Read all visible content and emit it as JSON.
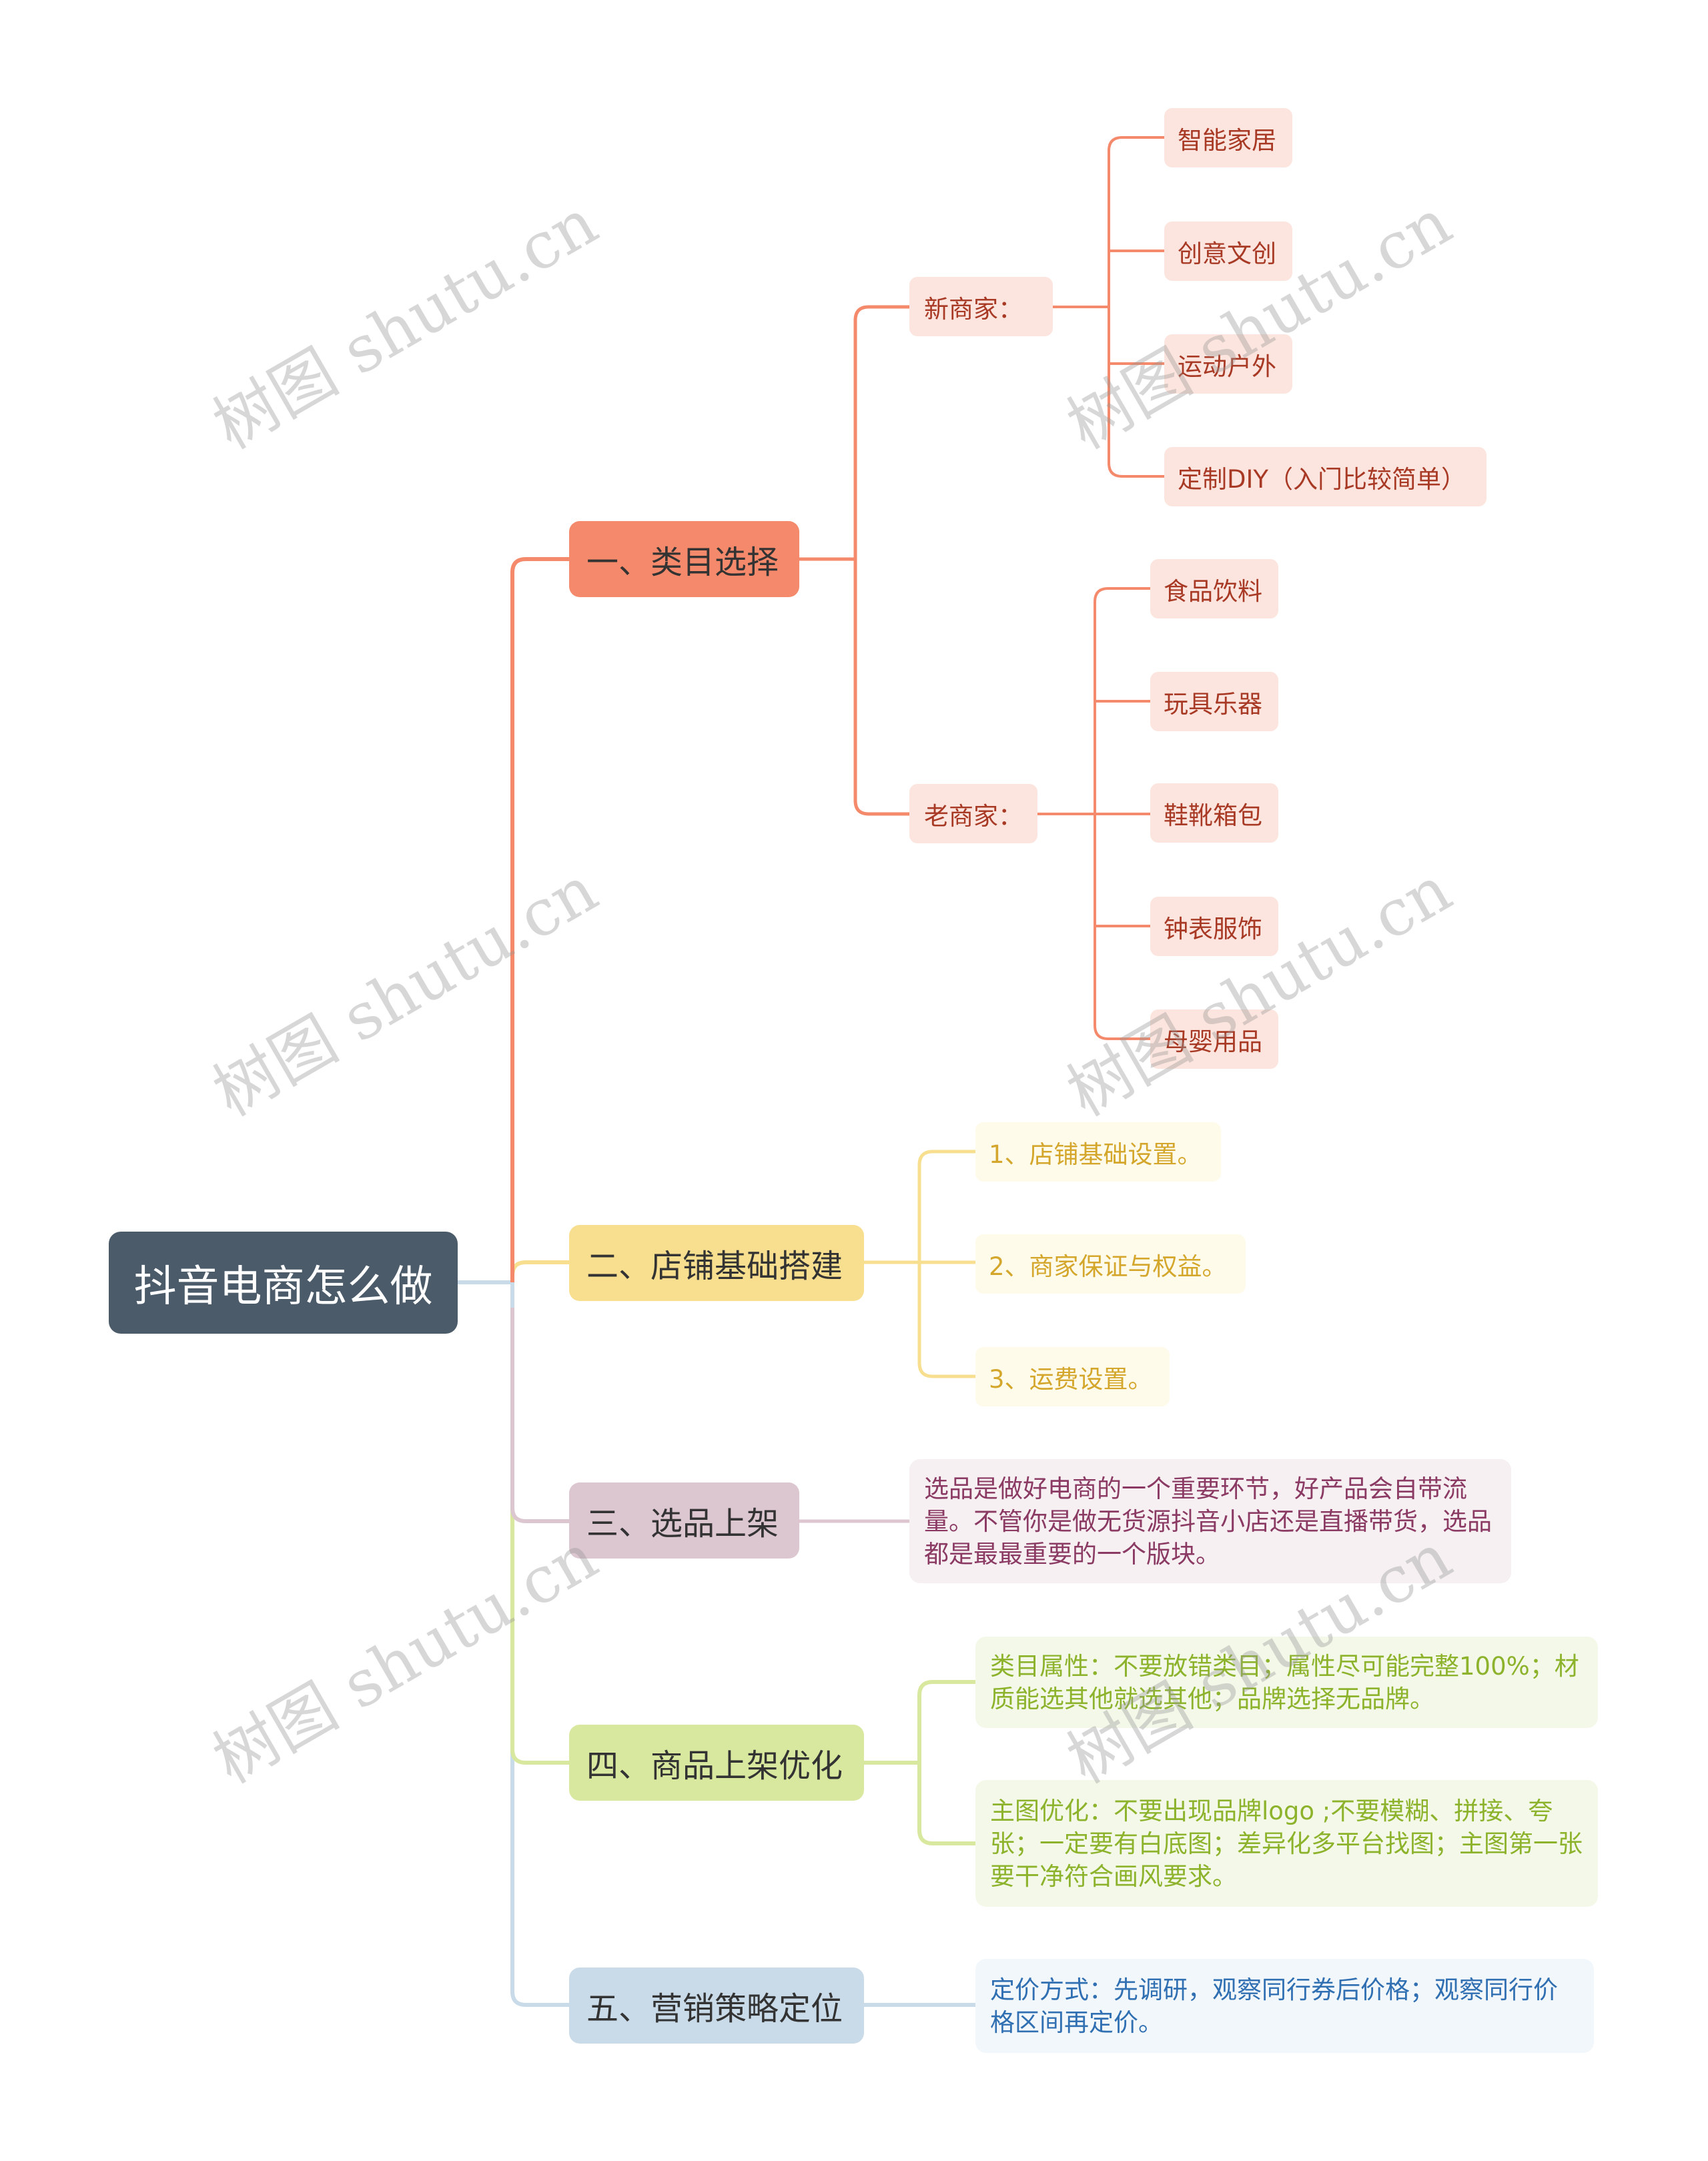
{
  "root": {
    "label": "抖音电商怎么做"
  },
  "colors": {
    "root": "#4b5b6a",
    "b1": "#f4896b",
    "b2": "#f7df8f",
    "b3": "#dcc6cf",
    "b4": "#d8e89f",
    "b5": "#c9dbe9"
  },
  "branches": [
    {
      "label": "一、类目选择",
      "children": [
        {
          "label": "新商家：",
          "children": [
            "智能家居",
            "创意文创",
            "运动户外",
            "定制DIY（入门比较简单）"
          ]
        },
        {
          "label": "老商家：",
          "children": [
            "食品饮料",
            "玩具乐器",
            "鞋靴箱包",
            "钟表服饰",
            "母婴用品"
          ]
        }
      ]
    },
    {
      "label": "二、店铺基础搭建",
      "children": [
        "1、店铺基础设置。",
        "2、商家保证与权益。",
        "3、运费设置。"
      ]
    },
    {
      "label": "三、选品上架",
      "children": [
        "选品是做好电商的一个重要环节，好产品会自带流量。不管你是做无货源抖音小店还是直播带货，选品都是最最重要的一个版块。"
      ]
    },
    {
      "label": "四、商品上架优化",
      "children": [
        "类目属性：不要放错类目；属性尽可能完整100%；材质能选其他就选其他；品牌选择无品牌。",
        "主图优化：不要出现品牌logo ;不要模糊、拼接、夸张；一定要有白底图；差异化多平台找图；主图第一张要干净符合画风要求。"
      ]
    },
    {
      "label": "五、营销策略定位",
      "children": [
        "定价方式：先调研，观察同行券后价格；观察同行价格区间再定价。"
      ]
    }
  ],
  "watermark": "树图 shutu.cn"
}
